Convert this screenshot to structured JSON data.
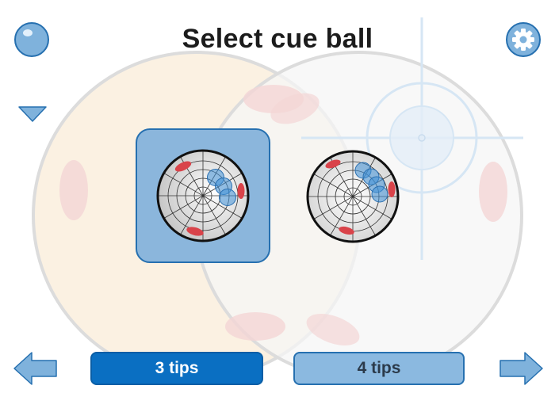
{
  "header": {
    "title": "Select cue ball"
  },
  "options": [
    {
      "label": "3 tips",
      "selected": true
    },
    {
      "label": "4 tips",
      "selected": false
    }
  ],
  "icons": {
    "ball": "ball-icon",
    "settings": "gear-icon",
    "dropdown": "triangle-down-icon",
    "prev": "arrow-left-icon",
    "next": "arrow-right-icon"
  },
  "colors": {
    "accent": "#0a6fc2",
    "accent_light": "#8bb9e0",
    "border": "#2670b0",
    "tip_blue": "#3f8fd6",
    "mark_red": "#d9434a"
  }
}
